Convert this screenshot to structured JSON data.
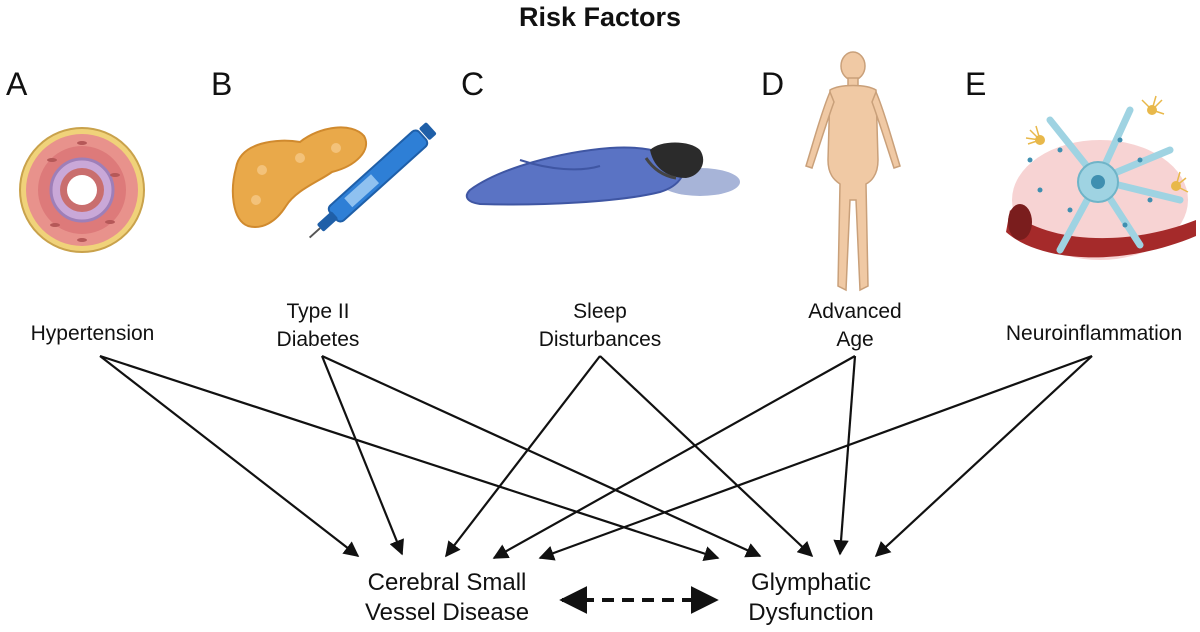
{
  "title": "Risk Factors",
  "panels": [
    {
      "letter": "A",
      "icon": "artery-cross-section-icon",
      "label_lines": [
        "Hypertension"
      ]
    },
    {
      "letter": "B",
      "icon": "pancreas-insulin-pen-icon",
      "label_lines": [
        "Type II",
        "Diabetes"
      ]
    },
    {
      "letter": "C",
      "icon": "sleeping-person-icon",
      "label_lines": [
        "Sleep",
        "Disturbances"
      ]
    },
    {
      "letter": "D",
      "icon": "elderly-body-icon",
      "label_lines": [
        "Advanced",
        "Age"
      ]
    },
    {
      "letter": "E",
      "icon": "neuron-blood-vessel-icon",
      "label_lines": [
        "Neuroinflammation"
      ]
    }
  ],
  "outcomes": [
    {
      "id": "csvd",
      "label_lines": [
        "Cerebral Small",
        "Vessel Disease"
      ]
    },
    {
      "id": "glymphatic",
      "label_lines": [
        "Glymphatic",
        "Dysfunction"
      ]
    }
  ],
  "edges": [
    {
      "from": "A",
      "to": "csvd"
    },
    {
      "from": "A",
      "to": "glymphatic"
    },
    {
      "from": "B",
      "to": "csvd"
    },
    {
      "from": "B",
      "to": "glymphatic"
    },
    {
      "from": "C",
      "to": "csvd"
    },
    {
      "from": "C",
      "to": "glymphatic"
    },
    {
      "from": "D",
      "to": "csvd"
    },
    {
      "from": "D",
      "to": "glymphatic"
    },
    {
      "from": "E",
      "to": "csvd"
    },
    {
      "from": "E",
      "to": "glymphatic"
    }
  ],
  "bidirectional_link": {
    "between": [
      "csvd",
      "glymphatic"
    ],
    "style": "dashed"
  },
  "colors": {
    "arrow": "#111111",
    "artery_wall": "#e8928c",
    "pancreas": "#e9a94a",
    "insulin_pen": "#2e7fd6",
    "blanket": "#5a73c4",
    "skin": "#f0c9a4",
    "neuron": "#9fd3e2",
    "vessel": "#a52a2a"
  }
}
